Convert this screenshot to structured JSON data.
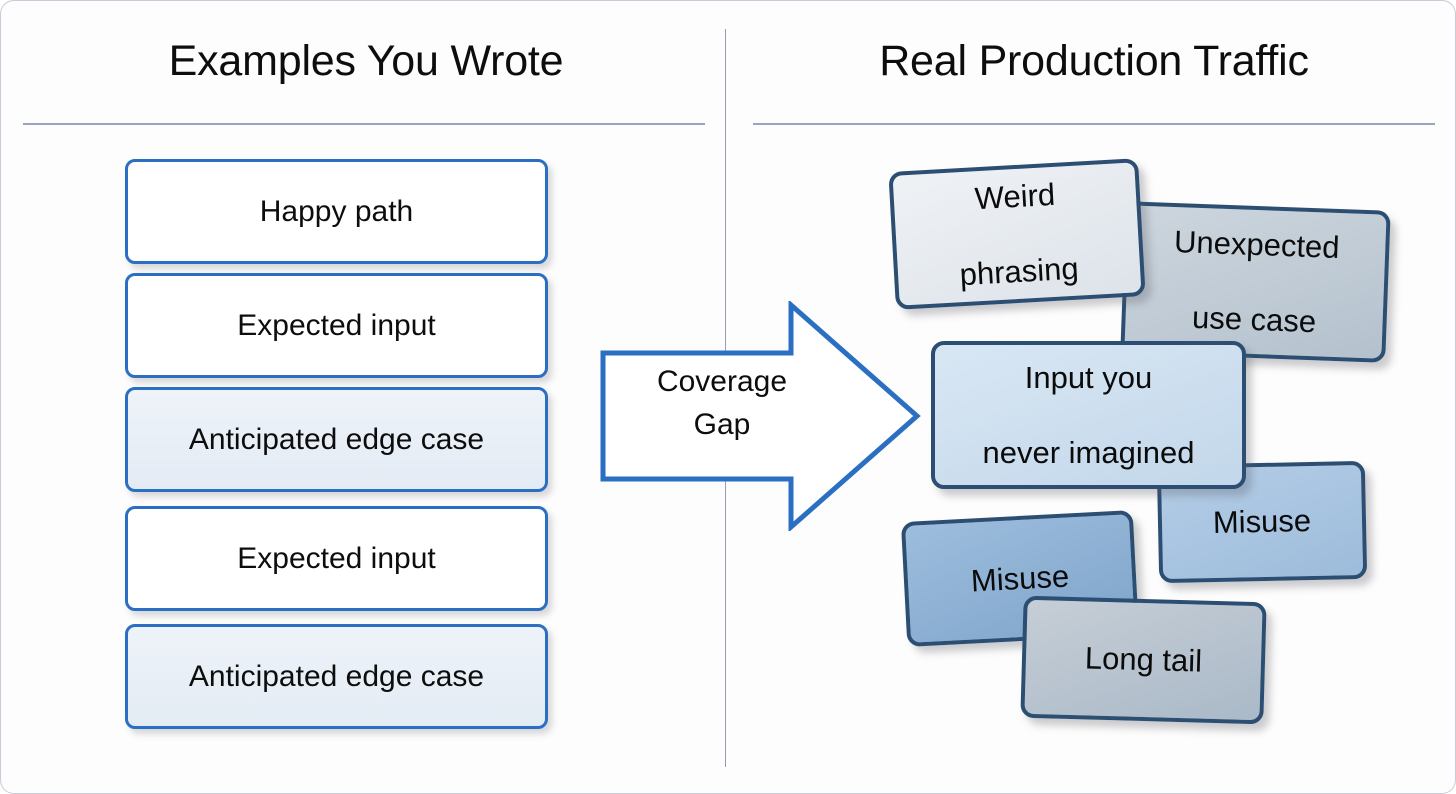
{
  "columns": {
    "left": {
      "title": "Examples You Wrote",
      "items": [
        {
          "label": "Happy path",
          "style": "plain"
        },
        {
          "label": "Expected input",
          "style": "plain"
        },
        {
          "label": "Anticipated edge case",
          "style": "tinted"
        },
        {
          "label": "Expected input",
          "style": "plain"
        },
        {
          "label": "Anticipated edge case",
          "style": "tinted"
        }
      ]
    },
    "right": {
      "title": "Real Production Traffic",
      "cards": [
        {
          "line1": "Weird",
          "line2": "phrasing"
        },
        {
          "line1": "Unexpected",
          "line2": "use case"
        },
        {
          "line1": "Input you",
          "line2": "never imagined"
        },
        {
          "line1": "Misuse",
          "line2": ""
        },
        {
          "line1": "Misuse",
          "line2": ""
        },
        {
          "line1": "Long tail",
          "line2": ""
        }
      ]
    }
  },
  "connector": {
    "icon": "right-arrow-icon",
    "line1": "Coverage",
    "line2": "Gap"
  },
  "colors": {
    "left_box_border": "#2b6fc2",
    "card_border": "#2c4e72",
    "arrow_stroke": "#2b6fc2",
    "divider": "#9a9ab2",
    "rule": "#9aa4c0",
    "background": "#fdfdfd",
    "text": "#0d0d0d"
  }
}
